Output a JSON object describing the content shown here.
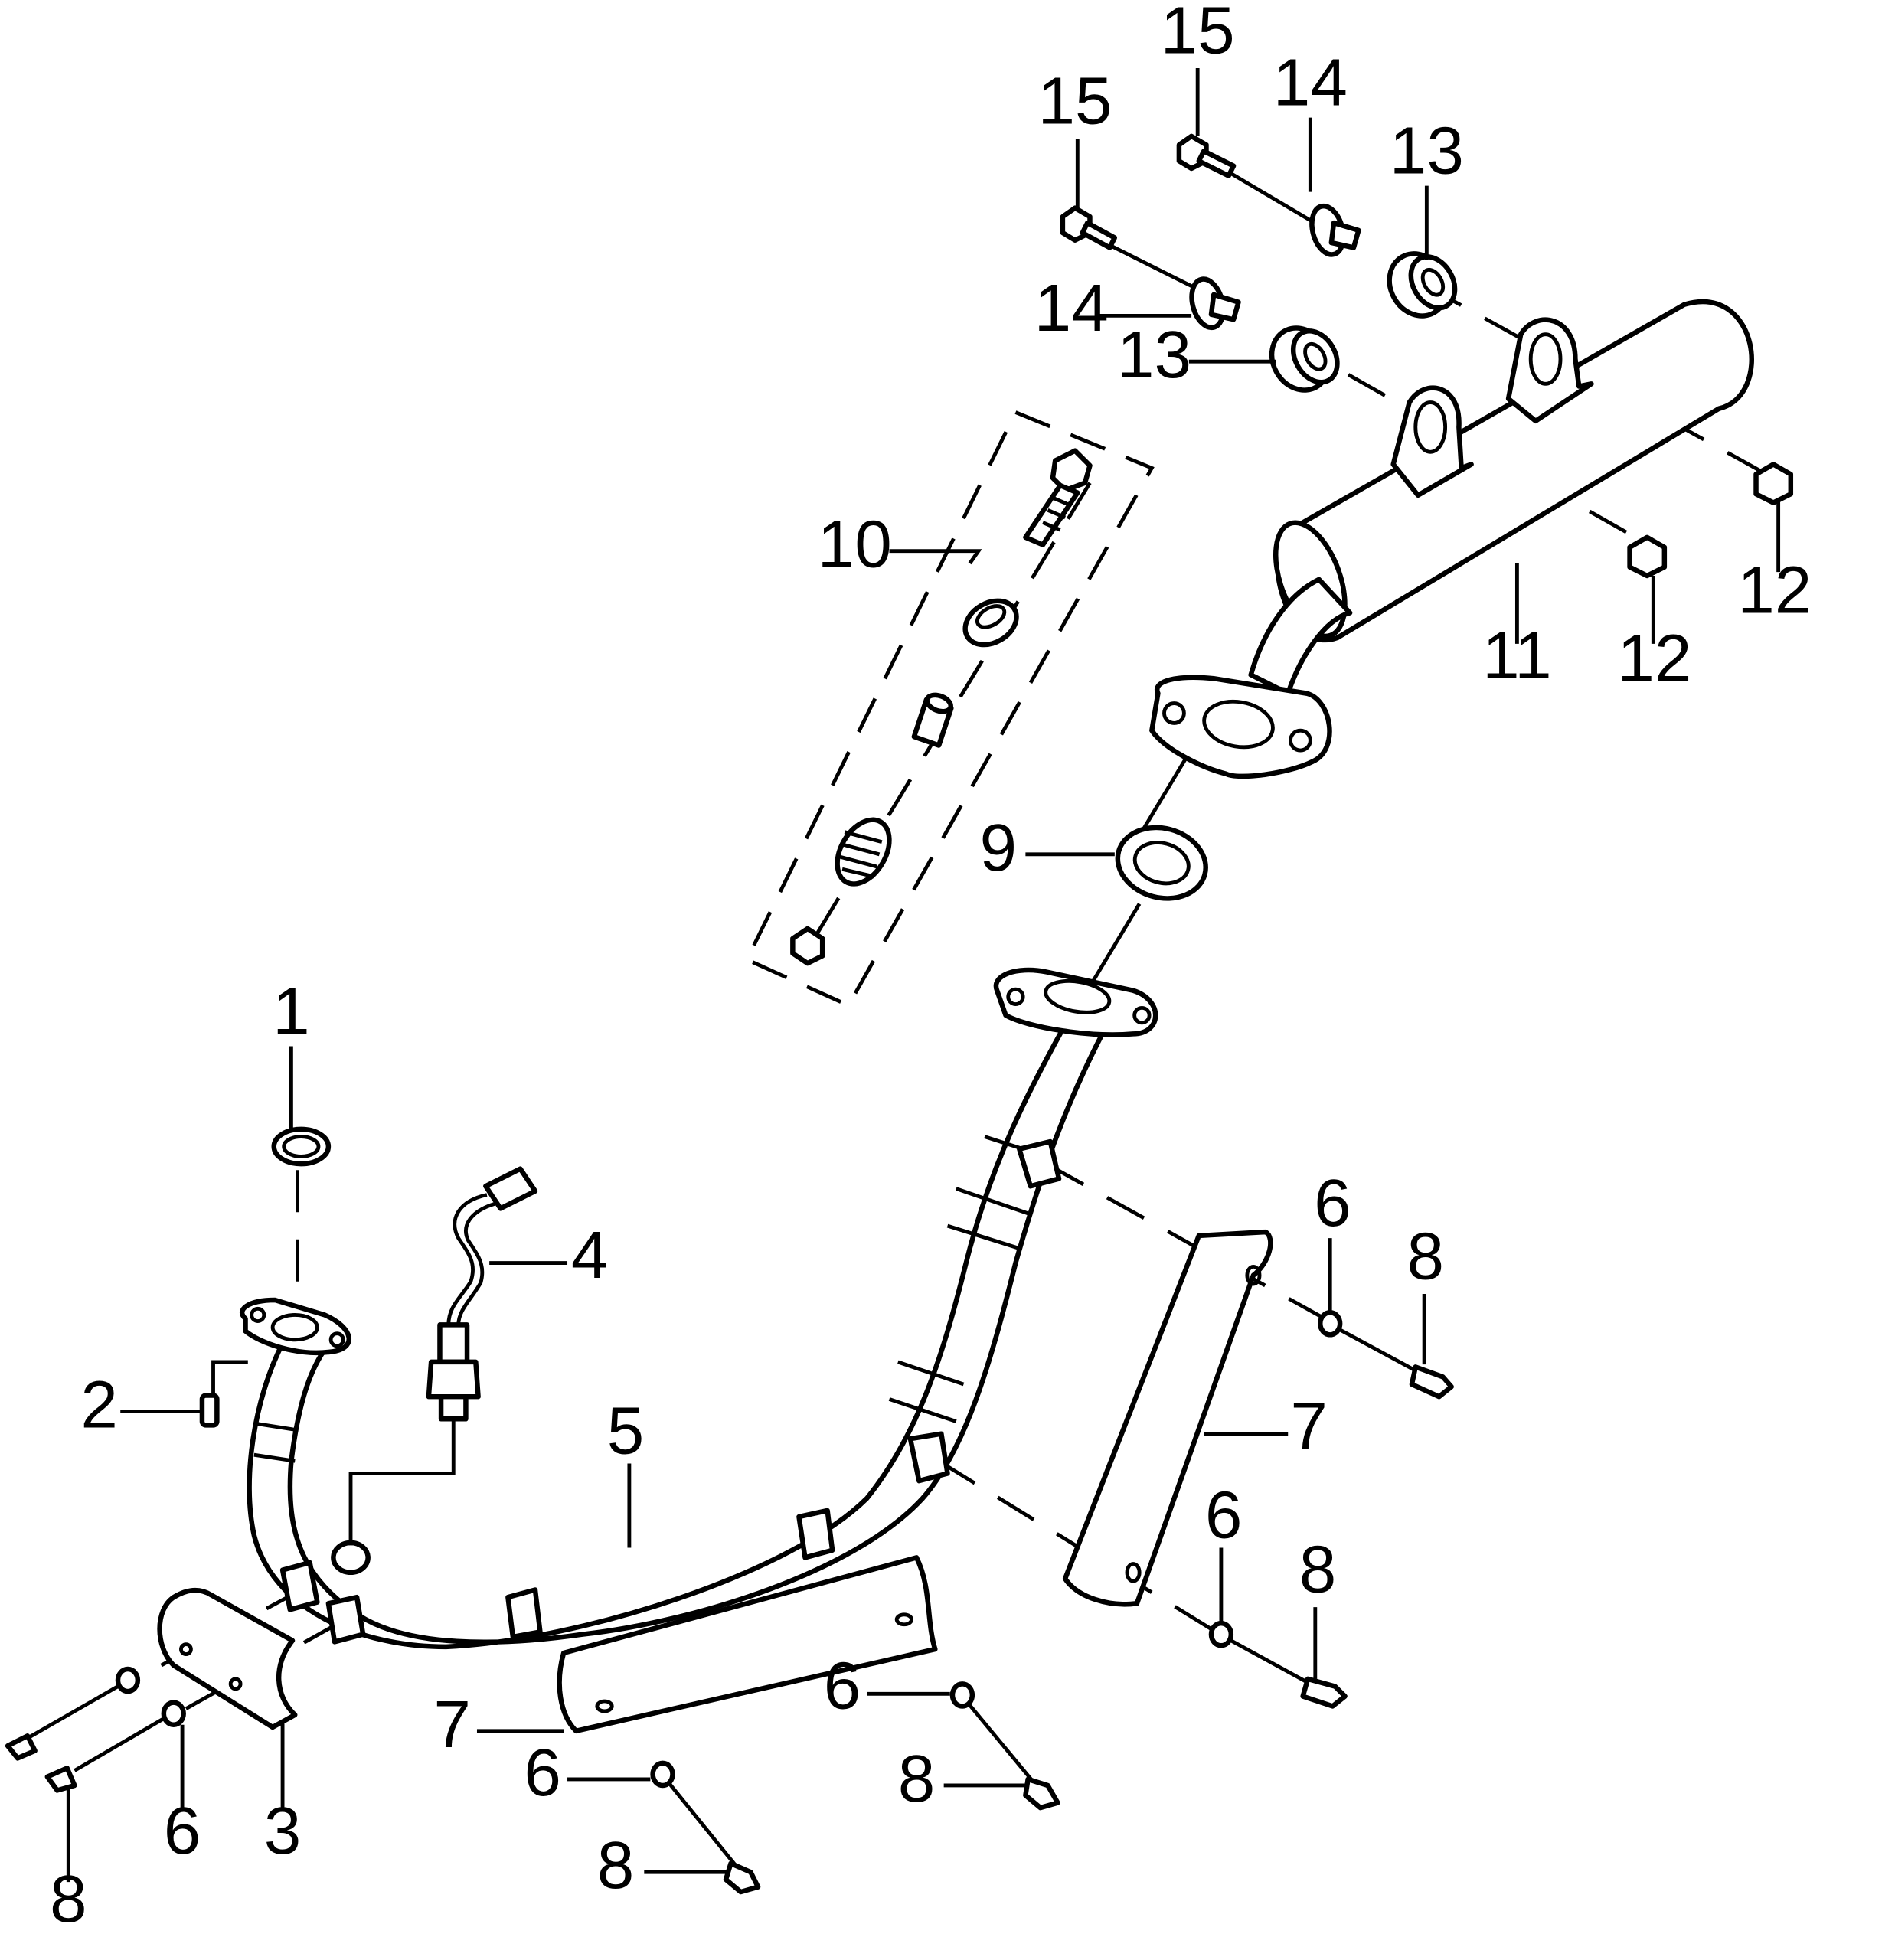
{
  "callouts": [
    {
      "id": "c1",
      "text": "1"
    },
    {
      "id": "c2",
      "text": "2"
    },
    {
      "id": "c3",
      "text": "3"
    },
    {
      "id": "c4",
      "text": "4"
    },
    {
      "id": "c5",
      "text": "5"
    },
    {
      "id": "c6a",
      "text": "6"
    },
    {
      "id": "c6b",
      "text": "6"
    },
    {
      "id": "c6c",
      "text": "6"
    },
    {
      "id": "c6d",
      "text": "6"
    },
    {
      "id": "c6e",
      "text": "6"
    },
    {
      "id": "c7a",
      "text": "7"
    },
    {
      "id": "c7b",
      "text": "7"
    },
    {
      "id": "c8a",
      "text": "8"
    },
    {
      "id": "c8b",
      "text": "8"
    },
    {
      "id": "c8c",
      "text": "8"
    },
    {
      "id": "c8d",
      "text": "8"
    },
    {
      "id": "c8e",
      "text": "8"
    },
    {
      "id": "c9",
      "text": "9"
    },
    {
      "id": "c10",
      "text": "10"
    },
    {
      "id": "c11",
      "text": "11"
    },
    {
      "id": "c12a",
      "text": "12"
    },
    {
      "id": "c12b",
      "text": "12"
    },
    {
      "id": "c13a",
      "text": "13"
    },
    {
      "id": "c13b",
      "text": "13"
    },
    {
      "id": "c14a",
      "text": "14"
    },
    {
      "id": "c14b",
      "text": "14"
    },
    {
      "id": "c15a",
      "text": "15"
    },
    {
      "id": "c15b",
      "text": "15"
    }
  ]
}
